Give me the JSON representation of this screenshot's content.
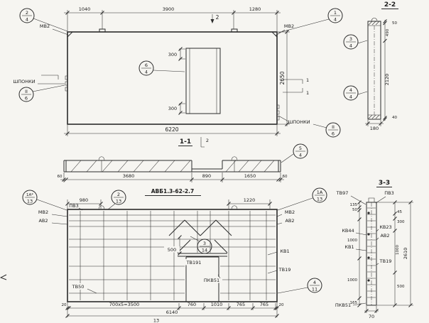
{
  "canvas": {
    "paper": "#f6f5f1",
    "ink": "#2b2b2b"
  },
  "plan": {
    "dim_1040": "1040",
    "dim_3900": "3900",
    "dim_1280": "1280",
    "dim_6220": "6220",
    "dim_2650": "2650",
    "dim_300_top": "300",
    "dim_300_bottom": "300",
    "mv2_left": "МВ2",
    "mv2_right": "МВ2",
    "shponki_left": "ШПОНКИ",
    "shponki_right": "ШПОНКИ",
    "cut2": "2",
    "cut1_top": "1",
    "cut1_bottom": "1",
    "co_2_4": {
      "n": "2",
      "d": "4"
    },
    "co_1_4": {
      "n": "1",
      "d": "4"
    },
    "co_6_4": {
      "n": "6",
      "d": "4"
    },
    "co_ii_6_left": {
      "n": "II",
      "d": "6"
    },
    "co_ii_6_right": {
      "n": "II",
      "d": "6"
    }
  },
  "section_22": {
    "title": "2-2",
    "co_3_4": {
      "n": "3",
      "d": "4"
    },
    "co_4_4": {
      "n": "4",
      "d": "4"
    },
    "dim_50": "50",
    "dim_490": "490",
    "dim_2120": "2120",
    "dim_40": "40",
    "dim_180": "180"
  },
  "section_11": {
    "title": "1-1",
    "cut2": "2",
    "co_5_4": {
      "n": "5",
      "d": "4"
    },
    "dim_60_left": "60",
    "dim_3680": "3680",
    "dim_890": "890",
    "dim_1650": "1650",
    "dim_60_right": "60"
  },
  "elevation": {
    "title": "АВБ1.3-62-2.7",
    "dim_980": "980",
    "dim_1220": "1220",
    "dim_500": "500",
    "co_1a_star": {
      "n": "1А*",
      "d": "13"
    },
    "co_2_13": {
      "n": "2",
      "d": "13"
    },
    "co_1a_13": {
      "n": "1А",
      "d": "13"
    },
    "co_3_14": {
      "n": "3",
      "d": "14"
    },
    "co_4_11": {
      "n": "4",
      "d": "11"
    },
    "pv3": "ПВ3",
    "mv2_left": "МВ2",
    "av2_left": "АВ2",
    "mv2_right": "МВ2",
    "av2_right": "АВ2",
    "kv1": "КВ1",
    "tv19": "ТВ19",
    "tv191": "ТВ191",
    "pkv51": "ПКВ51",
    "tv50": "ТВ50",
    "dim_20_left": "20",
    "dim_700x5": "700х5=3500",
    "dim_760": "760",
    "dim_1010": "1010",
    "dim_765_a": "765",
    "dim_765_b": "765",
    "dim_20_right": "20",
    "dim_6140": "6140",
    "note_13": "13"
  },
  "section_33": {
    "title": "3-3",
    "tv97": "ТВ97",
    "pv3": "ПВ3",
    "kv23": "КВ23",
    "av2": "АВ2",
    "kv44": "КВ44",
    "kv1": "КВ1",
    "tv19": "ТВ19",
    "pkv51": "ПКВ51",
    "dim_135": "135",
    "dim_50": "50",
    "dim_45": "45",
    "dim_300": "300",
    "dim_1000_l1": "1000",
    "dim_1000_l2": "1000",
    "dim_1000_r": "1000",
    "dim_500": "500",
    "dim_165": "165",
    "dim_2610": "2610",
    "dim_70": "70"
  }
}
